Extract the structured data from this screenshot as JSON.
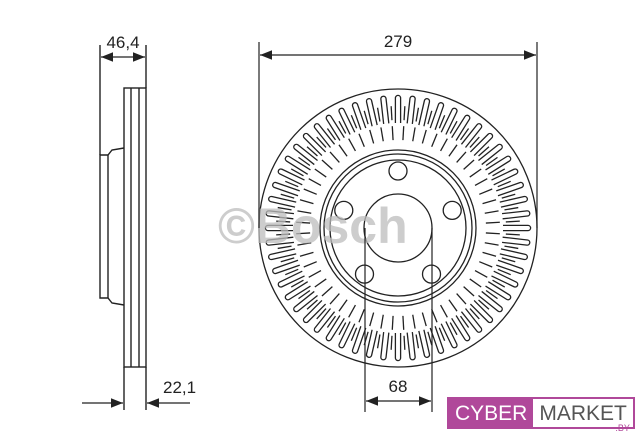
{
  "dimensions": {
    "outer_diameter": "279",
    "bolt_circle": "68",
    "total_height": "46,4",
    "thickness": "22,1"
  },
  "watermark": "©Bosch",
  "logo": {
    "part1": "CYBER",
    "part2": "MARKET",
    "suffix": ".BY"
  },
  "colors": {
    "line": "#222222",
    "brand": "#b0489a"
  }
}
